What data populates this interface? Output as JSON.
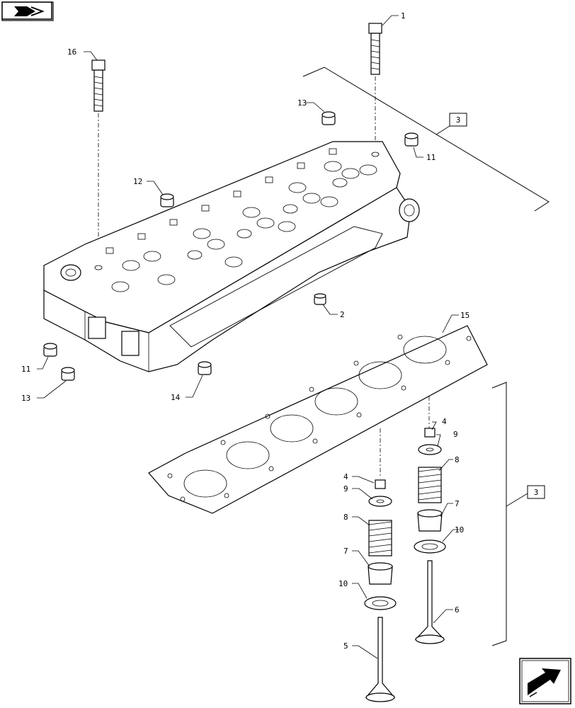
{
  "navigation": {
    "top_icon": "book-arrow-icon",
    "bottom_icon": "next-page-arrow-icon"
  },
  "callouts": {
    "c1": "1",
    "c2": "2",
    "c3a": "3",
    "c3b": "3",
    "c4a": "4",
    "c4b": "4",
    "c5": "5",
    "c6": "6",
    "c7a": "7",
    "c7b": "7",
    "c8a": "8",
    "c8b": "8",
    "c9a": "9",
    "c9b": "9",
    "c10a": "10",
    "c10b": "10",
    "c11a": "11",
    "c11b": "11",
    "c12": "12",
    "c13a": "13",
    "c13b": "13",
    "c14": "14",
    "c15": "15",
    "c16": "16"
  }
}
